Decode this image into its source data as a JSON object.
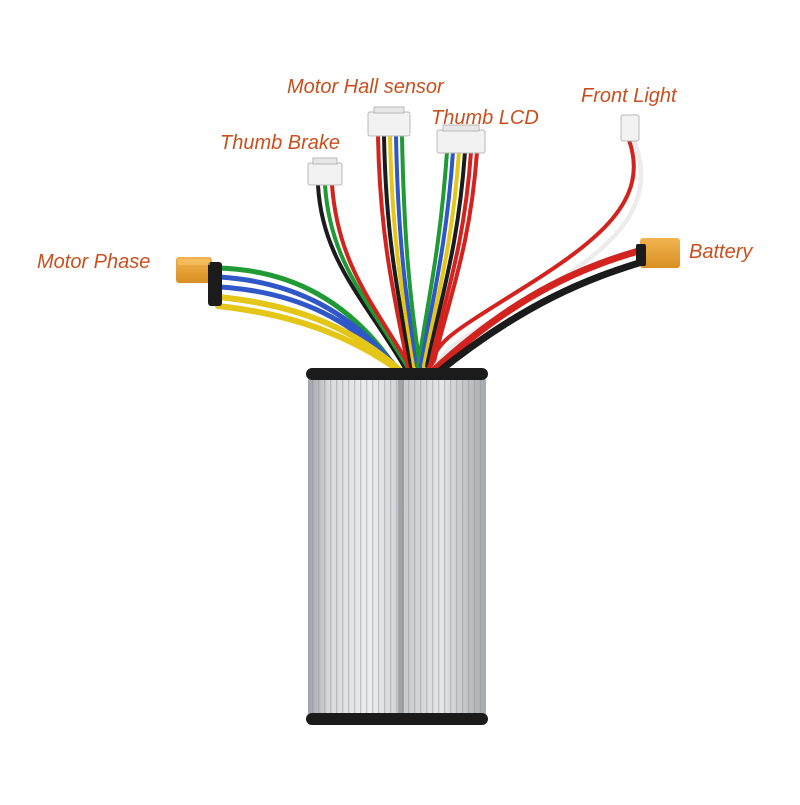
{
  "colors": {
    "label": "#c8501e",
    "housing": "#d4d6d8",
    "housing_dark": "#9a9ea2",
    "connector_yellow": "#e8a030",
    "connector_white": "#f2f2f2",
    "wire_red": "#d2231f",
    "wire_black": "#1b1b1b",
    "wire_white": "#ececec",
    "wire_yellow": "#e3c616",
    "wire_green": "#1f9a35",
    "wire_blue": "#2f57c8"
  },
  "labels": {
    "motor_hall_sensor": "Motor Hall sensor",
    "thumb_lcd": "Thumb LCD",
    "front_light": "Front Light",
    "thumb_brake": "Thumb Brake",
    "motor_phase": "Motor Phase",
    "battery": "Battery"
  }
}
